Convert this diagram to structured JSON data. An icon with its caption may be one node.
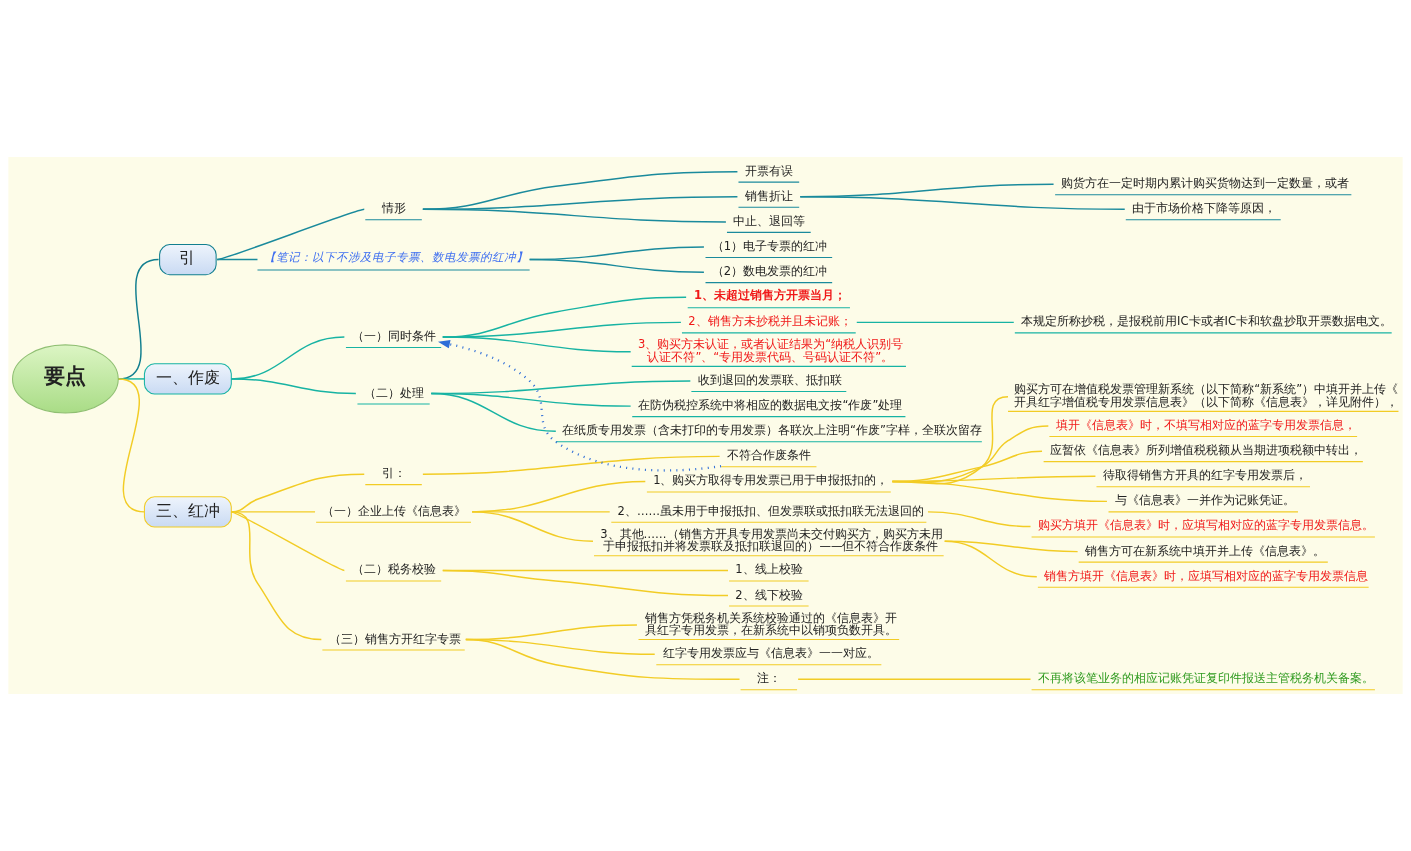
{
  "diagram": {
    "nodes": [
      {
        "text": [
          "要点"
        ]
      },
      {
        "text": [
          "引"
        ]
      },
      {
        "text": [
          "情形"
        ]
      },
      {
        "text": [
          "开票有误"
        ]
      },
      {
        "text": [
          "销售折让"
        ]
      },
      {
        "text": [
          "购货方在一定时期内累计购买货物达到一定数量，或者"
        ]
      },
      {
        "text": [
          "由于市场价格下降等原因，"
        ]
      },
      {
        "text": [
          "中止、退回等"
        ]
      },
      {
        "text": [
          "【笔记：以下不涉及电子专票、数电发票的红冲】"
        ]
      },
      {
        "text": [
          "（1）电子专票的红冲"
        ]
      },
      {
        "text": [
          "（2）数电发票的红冲"
        ]
      },
      {
        "text": [
          "一、作废"
        ]
      },
      {
        "text": [
          "（一）同时条件"
        ]
      },
      {
        "text": [
          "1、未超过销售方开票当月；"
        ]
      },
      {
        "text": [
          "2、销售方未抄税并且未记账；"
        ]
      },
      {
        "text": [
          "本规定所称抄税，是报税前用IC卡或者IC卡和软盘抄取开票数据电文。"
        ]
      },
      {
        "text": [
          "3、购买方未认证，或者认证结果为“纳税人识别号认证不符”、“专用发票代码、号码认证不符”。"
        ]
      },
      {
        "text": [
          "（二）处理"
        ]
      },
      {
        "text": [
          "收到退回的发票联、抵扣联"
        ]
      },
      {
        "text": [
          "在防伪税控系统中将相应的数据电文按“作废”处理"
        ]
      },
      {
        "text": [
          "在纸质专用发票（含未打印的专用发票）各联次上注明“作废”字样，全联次留存"
        ]
      },
      {
        "text": [
          "三、红冲"
        ]
      },
      {
        "text": [
          "引："
        ]
      },
      {
        "text": [
          "不符合作废条件"
        ]
      },
      {
        "text": [
          "（一）企业上传《信息表》"
        ]
      },
      {
        "text": [
          "1、购买方取得专用发票已用于申报抵扣的，"
        ]
      },
      {
        "text": [
          "购买方可在增值税发票管理新系统（以下简称“新系统”）中填开并上传《开具红字增值税专用发票信息表》（以下简称《信息表》，详见附件），"
        ]
      },
      {
        "text": [
          "填开《信息表》时，不填写相对应的蓝字专用发票信息，"
        ]
      },
      {
        "text": [
          "应暂依《信息表》所列增值税税额从当期进项税额中转出，"
        ]
      },
      {
        "text": [
          "待取得销售方开具的红字专用发票后，"
        ]
      },
      {
        "text": [
          "与《信息表》一并作为记账凭证。"
        ]
      },
      {
        "text": [
          "2、……虽未用于申报抵扣、但发票联或抵扣联无法退回的"
        ]
      },
      {
        "text": [
          "购买方填开《信息表》时，应填写相对应的蓝字专用发票信息。"
        ]
      },
      {
        "text": [
          "3、其他……（销售方开具专用发票尚未交付购买方，购买方未用于申报抵扣并将发票联及抵扣联退回的）——但不符合作废条件"
        ]
      },
      {
        "text": [
          "销售方可在新系统中填开并上传《信息表》。"
        ]
      },
      {
        "text": [
          "销售方填开《信息表》时，应填写相对应的蓝字专用发票信息"
        ]
      },
      {
        "text": [
          "（二）税务校验"
        ]
      },
      {
        "text": [
          "1、线上校验"
        ]
      },
      {
        "text": [
          "2、线下校验"
        ]
      },
      {
        "text": [
          "（三）销售方开红字专票"
        ]
      },
      {
        "text": [
          "销售方凭税务机关系统校验通过的《信息表》开具红字专用发票，在新系统中以销项负数开具。"
        ]
      },
      {
        "text": [
          "红字专用发票应与《信息表》一一对应。"
        ]
      },
      {
        "text": [
          "注："
        ]
      },
      {
        "text": [
          "不再将该笔业务的相应记账凭证复印件报送主管税务机关备案。"
        ]
      }
    ],
    "edges": [
      {
        "from": 0,
        "to": 1,
        "arrow": "none",
        "color": "#127f8f"
      },
      {
        "from": 1,
        "to": 2,
        "arrow": "none",
        "color": "#1a8a9c"
      },
      {
        "from": 2,
        "to": 3,
        "arrow": "none",
        "color": "#1a8a9c"
      },
      {
        "from": 2,
        "to": 4,
        "arrow": "none",
        "color": "#1a8a9c"
      },
      {
        "from": 4,
        "to": 5,
        "arrow": "none",
        "color": "#1a8a9c"
      },
      {
        "from": 4,
        "to": 6,
        "arrow": "none",
        "color": "#1a8a9c"
      },
      {
        "from": 2,
        "to": 7,
        "arrow": "none",
        "color": "#1a8a9c"
      },
      {
        "from": 1,
        "to": 8,
        "arrow": "none",
        "color": "#1a8a9c"
      },
      {
        "from": 8,
        "to": 9,
        "arrow": "none",
        "color": "#1a8a9c"
      },
      {
        "from": 8,
        "to": 10,
        "arrow": "none",
        "color": "#1a8a9c"
      },
      {
        "from": 0,
        "to": 11,
        "arrow": "none",
        "color": "#17b3a3"
      },
      {
        "from": 11,
        "to": 12,
        "arrow": "none",
        "color": "#17b3a3"
      },
      {
        "from": 12,
        "to": 13,
        "arrow": "none",
        "color": "#17b3a3"
      },
      {
        "from": 12,
        "to": 14,
        "arrow": "none",
        "color": "#17b3a3"
      },
      {
        "from": 14,
        "to": 15,
        "arrow": "none",
        "color": "#17b3a3"
      },
      {
        "from": 12,
        "to": 16,
        "arrow": "none",
        "color": "#17b3a3"
      },
      {
        "from": 11,
        "to": 17,
        "arrow": "none",
        "color": "#17b3a3"
      },
      {
        "from": 17,
        "to": 18,
        "arrow": "none",
        "color": "#17b3a3"
      },
      {
        "from": 17,
        "to": 19,
        "arrow": "none",
        "color": "#17b3a3"
      },
      {
        "from": 17,
        "to": 20,
        "arrow": "none",
        "color": "#17b3a3"
      },
      {
        "from": 0,
        "to": 21,
        "arrow": "none"
      },
      {
        "from": 21,
        "to": 22,
        "arrow": "none"
      },
      {
        "from": 22,
        "to": 23,
        "arrow": "none"
      },
      {
        "from": 21,
        "to": 24,
        "arrow": "none"
      },
      {
        "from": 24,
        "to": 25,
        "arrow": "none"
      },
      {
        "from": 25,
        "to": 26,
        "arrow": "none"
      },
      {
        "from": 25,
        "to": 27,
        "arrow": "none"
      },
      {
        "from": 25,
        "to": 28,
        "arrow": "none"
      },
      {
        "from": 25,
        "to": 29,
        "arrow": "none"
      },
      {
        "from": 25,
        "to": 30,
        "arrow": "none"
      },
      {
        "from": 24,
        "to": 31,
        "arrow": "none"
      },
      {
        "from": 31,
        "to": 32,
        "arrow": "none"
      },
      {
        "from": 24,
        "to": 33,
        "arrow": "none"
      },
      {
        "from": 33,
        "to": 34,
        "arrow": "none"
      },
      {
        "from": 33,
        "to": 35,
        "arrow": "none"
      },
      {
        "from": 21,
        "to": 36,
        "arrow": "none"
      },
      {
        "from": 36,
        "to": 37,
        "arrow": "none"
      },
      {
        "from": 36,
        "to": 38,
        "arrow": "none"
      },
      {
        "from": 21,
        "to": 39,
        "arrow": "none"
      },
      {
        "from": 39,
        "to": 40,
        "arrow": "none"
      },
      {
        "from": 39,
        "to": 41,
        "arrow": "none"
      },
      {
        "from": 39,
        "to": 42,
        "arrow": "none"
      },
      {
        "from": 42,
        "to": 43,
        "arrow": "none"
      },
      {
        "from": 23,
        "to": 12,
        "arrow": "to",
        "style": "dashed",
        "color": "#2f6fd8"
      }
    ]
  }
}
